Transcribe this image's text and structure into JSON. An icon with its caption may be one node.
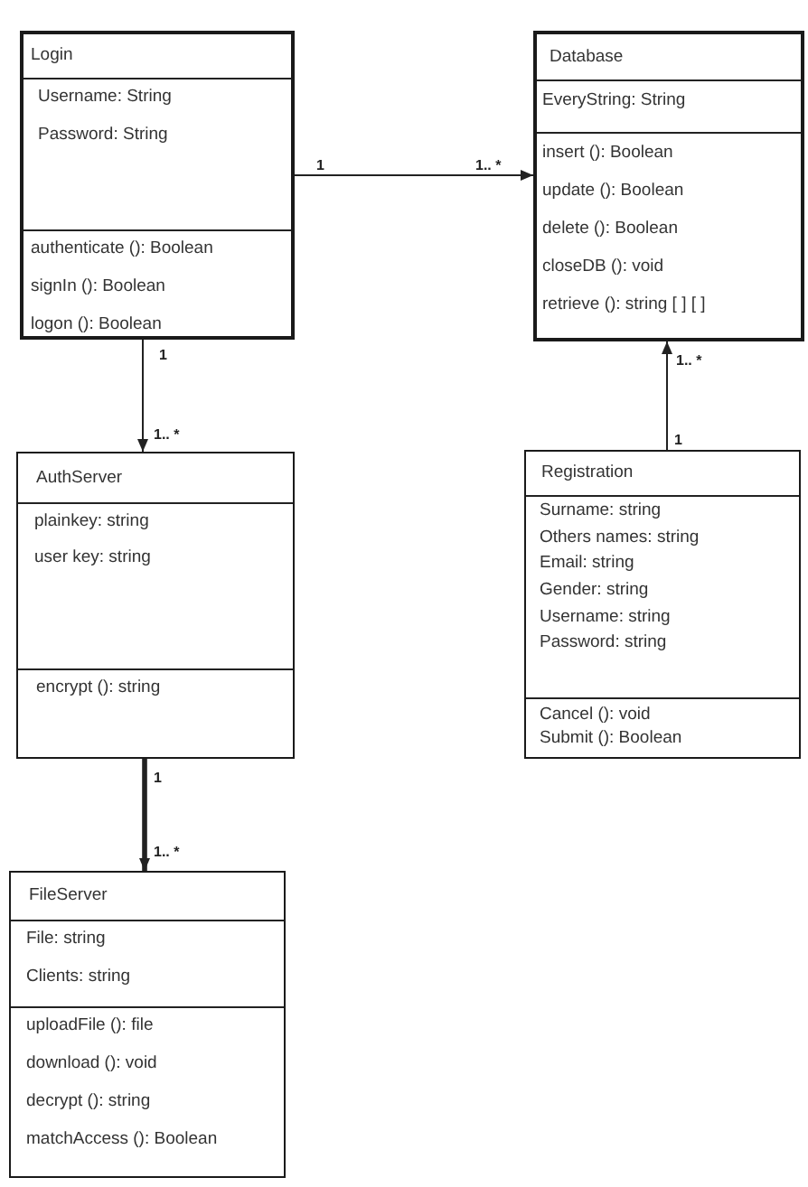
{
  "diagram": {
    "nodes": [
      {
        "text": [
          "Login"
        ]
      },
      {
        "text": [
          "Username: String",
          "Password: String"
        ],
        "in": 0
      },
      {
        "text": [
          "authenticate (): Boolean",
          "signIn (): Boolean",
          "logon (): Boolean"
        ],
        "in": 0
      },
      {
        "text": [
          "Database"
        ]
      },
      {
        "text": [
          "EveryString: String"
        ],
        "in": 3
      },
      {
        "text": [
          "insert (): Boolean",
          "update (): Boolean",
          "delete (): Boolean",
          "closeDB (): void",
          "retrieve (): string [ ] [ ]"
        ],
        "in": 3
      },
      {
        "text": [
          "AuthServer"
        ]
      },
      {
        "text": [
          "plainkey: string",
          "user key: string"
        ],
        "in": 6
      },
      {
        "text": [
          "encrypt (): string"
        ],
        "in": 6
      },
      {
        "text": [
          "Registration"
        ]
      },
      {
        "text": [
          "Surname: string",
          "Others names: string",
          "Email: string",
          "Gender: string",
          "Username: string",
          "Password: string"
        ],
        "in": 9
      },
      {
        "text": [
          "Cancel (): void",
          "Submit (): Boolean"
        ],
        "in": 9
      },
      {
        "text": [
          "FileServer"
        ]
      },
      {
        "text": [
          "File: string",
          "Clients: string"
        ],
        "in": 12
      },
      {
        "text": [
          "uploadFile (): file",
          "download (): void",
          "decrypt (): string",
          "matchAccess (): Boolean"
        ],
        "in": 12
      }
    ],
    "edges": [
      {
        "from": 0,
        "to": 3,
        "arrow": "to"
      },
      {
        "from": 0,
        "to": 6,
        "arrow": "to"
      },
      {
        "from": 9,
        "to": 3,
        "arrow": "to"
      },
      {
        "from": 6,
        "to": 12,
        "arrow": "to",
        "style": "thick"
      }
    ],
    "labels": [
      "1",
      "1.. *",
      "1",
      "1.. *",
      "1.. *",
      "1",
      "1",
      "1.. *"
    ]
  }
}
